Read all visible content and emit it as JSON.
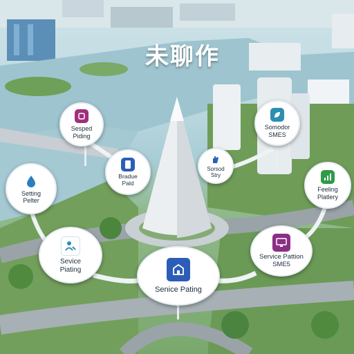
{
  "title": "未聊作",
  "colors": {
    "purple": "#a0307a",
    "blue": "#2c5db7",
    "teal": "#2a8fb0",
    "green": "#2f9a4a",
    "magenta": "#8b2f86"
  },
  "bubbles": {
    "top_left": {
      "lines": [
        "Sesped",
        "Piding"
      ],
      "icon": "square-icon"
    },
    "left": {
      "lines": [
        "Setting",
        "Pelter"
      ],
      "icon": "drop-icon"
    },
    "center_left": {
      "lines": [
        "Bradue",
        "Pald"
      ],
      "icon": "phone-icon"
    },
    "center_right": {
      "lines": [
        "Sorsod",
        "Stry"
      ],
      "icon": "hand-icon"
    },
    "top_right": {
      "lines": [
        "Somodor",
        "SMES"
      ],
      "icon": "leaf-icon"
    },
    "right": {
      "lines": [
        "Feeling",
        "Platlery"
      ],
      "icon": "chart-icon"
    },
    "bottom_left": {
      "lines": [
        "Sevice",
        "Piating"
      ],
      "icon": "person-icon"
    },
    "bottom_center": {
      "lines": [
        "Senice Pating"
      ],
      "icon": "building-icon"
    },
    "bottom_right": {
      "lines": [
        "Service Pattion",
        "SME5"
      ],
      "icon": "monitor-icon"
    }
  }
}
